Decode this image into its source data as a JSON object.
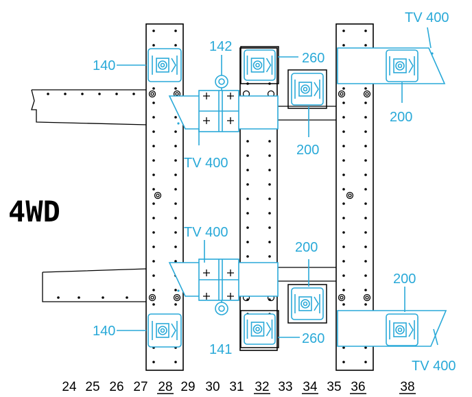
{
  "title": "4WD",
  "colors": {
    "accent": "#29a9d8",
    "line": "#000000"
  },
  "labels": {
    "tv400_top_right": "TV 400",
    "l140_top": "140",
    "l142": "142",
    "l260_top": "260",
    "l200_top_right": "200",
    "l200_top_mid": "200",
    "tv400_top_mid": "TV 400",
    "tv400_mid": "TV 400",
    "l200_low_mid": "200",
    "l200_low_right": "200",
    "l140_low": "140",
    "l141": "141",
    "l260_low": "260",
    "tv400_low_right": "TV 400"
  },
  "axis": {
    "ticks": [
      {
        "label": "24",
        "underline": false
      },
      {
        "label": "25",
        "underline": false
      },
      {
        "label": "26",
        "underline": false
      },
      {
        "label": "27",
        "underline": false
      },
      {
        "label": "28",
        "underline": true
      },
      {
        "label": "29",
        "underline": false
      },
      {
        "label": "30",
        "underline": false
      },
      {
        "label": "31",
        "underline": false
      },
      {
        "label": "32",
        "underline": true
      },
      {
        "label": "33",
        "underline": false
      },
      {
        "label": "34",
        "underline": true
      },
      {
        "label": "35",
        "underline": false
      },
      {
        "label": "36",
        "underline": true
      },
      {
        "label": "38",
        "underline": true
      }
    ]
  }
}
